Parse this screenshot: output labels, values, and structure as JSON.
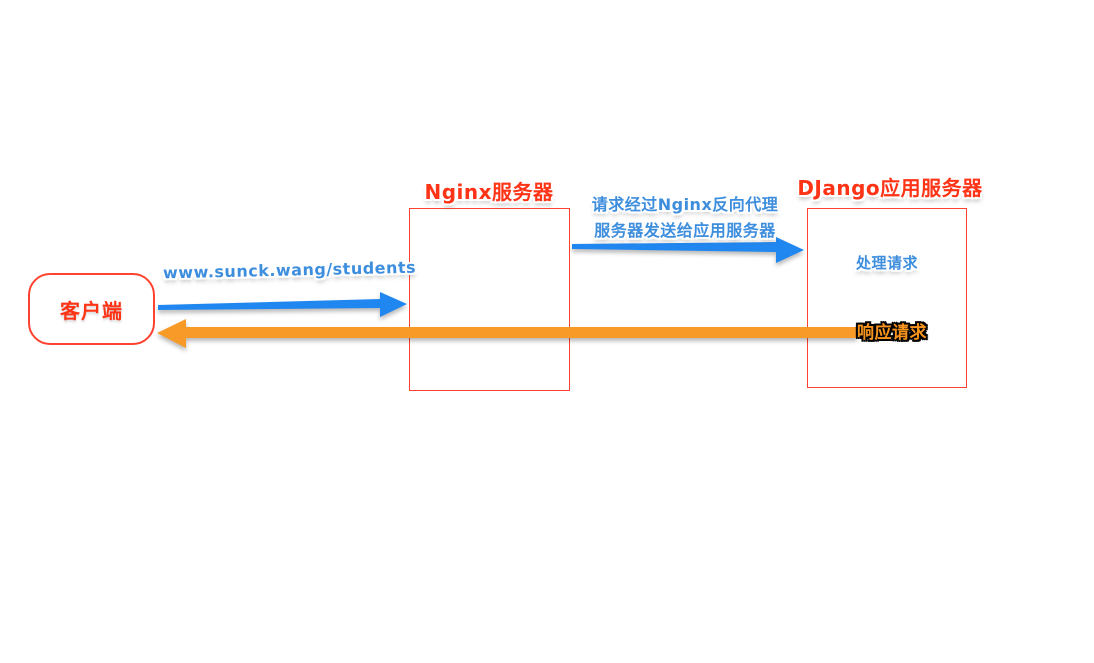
{
  "diagram": {
    "nodes": {
      "client": {
        "label": "客户端"
      },
      "nginx_server": {
        "title": "Nginx服务器"
      },
      "django_server": {
        "title": "DJango应用服务器",
        "process_label": "处理请求"
      }
    },
    "edges": {
      "request": {
        "label": "www.sunck.wang/students",
        "from": "client",
        "to": "nginx_server"
      },
      "proxy_request": {
        "label_line1": "请求经过Nginx反向代理",
        "label_line2": "服务器发送给应用服务器",
        "from": "nginx_server",
        "to": "django_server"
      },
      "response": {
        "label": "响应请求",
        "from": "django_server",
        "to": "client"
      }
    },
    "colors": {
      "node_border": "#ff4330",
      "node_text": "#ff3316",
      "arrow_blue": "#2187f0",
      "label_blue": "#3e8ede",
      "arrow_orange": "#f79a28",
      "response_text": "#f7941e",
      "background": "#ffffff"
    }
  }
}
